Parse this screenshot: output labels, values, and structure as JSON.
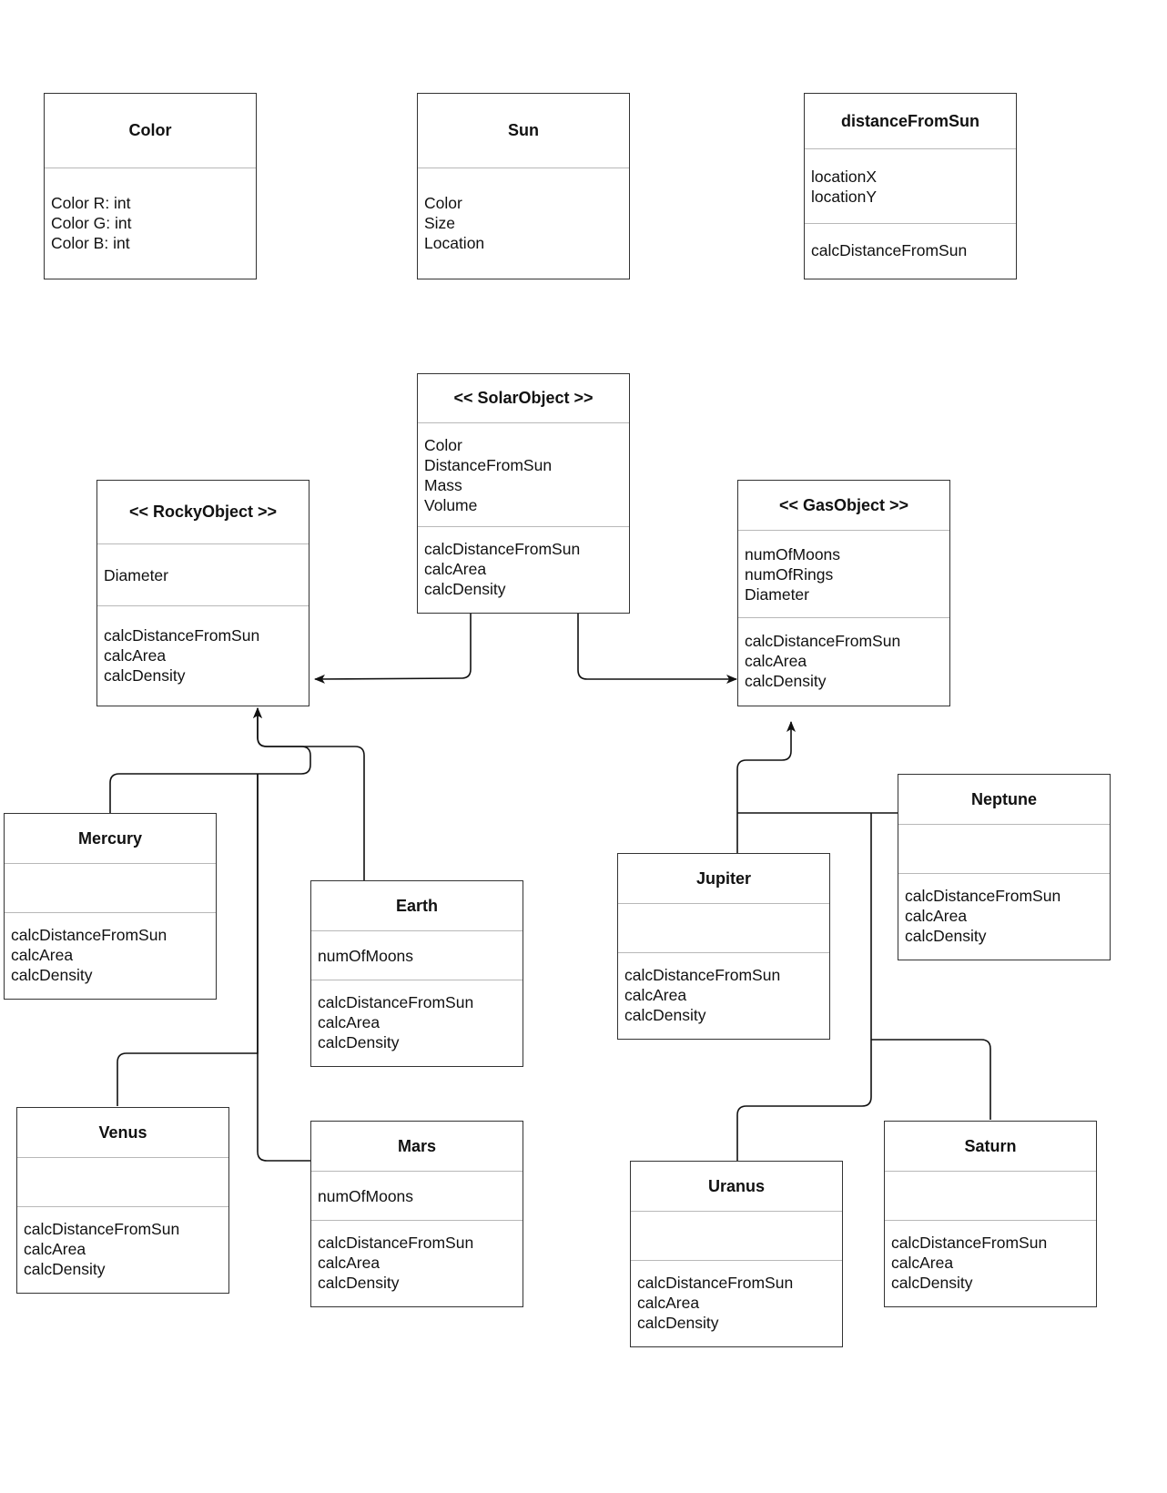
{
  "classes": [
    {
      "id": "color",
      "name": "Color",
      "attributes": [
        "Color R: int",
        "Color G: int",
        "Color B: int"
      ]
    },
    {
      "id": "sun",
      "name": "Sun",
      "attributes": [
        "Color",
        "Size",
        "Location"
      ]
    },
    {
      "id": "distance-from-sun",
      "name": "distanceFromSun",
      "attributes": [
        "locationX",
        "locationY"
      ],
      "methods": [
        "calcDistanceFromSun"
      ]
    },
    {
      "id": "solar-object",
      "name": "<< SolarObject >>",
      "attributes": [
        "Color",
        "DistanceFromSun",
        "Mass",
        "Volume"
      ],
      "methods": [
        "calcDistanceFromSun",
        "calcArea",
        "calcDensity"
      ]
    },
    {
      "id": "rocky-object",
      "name": "<< RockyObject >>",
      "attributes": [
        "Diameter"
      ],
      "methods": [
        "calcDistanceFromSun",
        "calcArea",
        "calcDensity"
      ]
    },
    {
      "id": "gas-object",
      "name": "<< GasObject >>",
      "attributes": [
        "numOfMoons",
        "numOfRings",
        "Diameter"
      ],
      "methods": [
        "calcDistanceFromSun",
        "calcArea",
        "calcDensity"
      ]
    },
    {
      "id": "mercury",
      "name": "Mercury",
      "attributes": [],
      "methods": [
        "calcDistanceFromSun",
        "calcArea",
        "calcDensity"
      ]
    },
    {
      "id": "earth",
      "name": "Earth",
      "attributes": [
        "numOfMoons"
      ],
      "methods": [
        "calcDistanceFromSun",
        "calcArea",
        "calcDensity"
      ]
    },
    {
      "id": "venus",
      "name": "Venus",
      "attributes": [],
      "methods": [
        "calcDistanceFromSun",
        "calcArea",
        "calcDensity"
      ]
    },
    {
      "id": "mars",
      "name": "Mars",
      "attributes": [
        "numOfMoons"
      ],
      "methods": [
        "calcDistanceFromSun",
        "calcArea",
        "calcDensity"
      ]
    },
    {
      "id": "jupiter",
      "name": "Jupiter",
      "attributes": [],
      "methods": [
        "calcDistanceFromSun",
        "calcArea",
        "calcDensity"
      ]
    },
    {
      "id": "neptune",
      "name": "Neptune",
      "attributes": [],
      "methods": [
        "calcDistanceFromSun",
        "calcArea",
        "calcDensity"
      ]
    },
    {
      "id": "uranus",
      "name": "Uranus",
      "attributes": [],
      "methods": [
        "calcDistanceFromSun",
        "calcArea",
        "calcDensity"
      ]
    },
    {
      "id": "saturn",
      "name": "Saturn",
      "attributes": [],
      "methods": [
        "calcDistanceFromSun",
        "calcArea",
        "calcDensity"
      ]
    }
  ],
  "relations": [
    {
      "from": "solar-object",
      "to": "rocky-object"
    },
    {
      "from": "solar-object",
      "to": "gas-object"
    },
    {
      "from": "mercury",
      "to": "rocky-object"
    },
    {
      "from": "earth",
      "to": "rocky-object"
    },
    {
      "from": "venus",
      "to": "rocky-object"
    },
    {
      "from": "mars",
      "to": "rocky-object"
    },
    {
      "from": "jupiter",
      "to": "gas-object"
    },
    {
      "from": "neptune",
      "to": "gas-object"
    },
    {
      "from": "uranus",
      "to": "gas-object"
    },
    {
      "from": "saturn",
      "to": "gas-object"
    }
  ]
}
